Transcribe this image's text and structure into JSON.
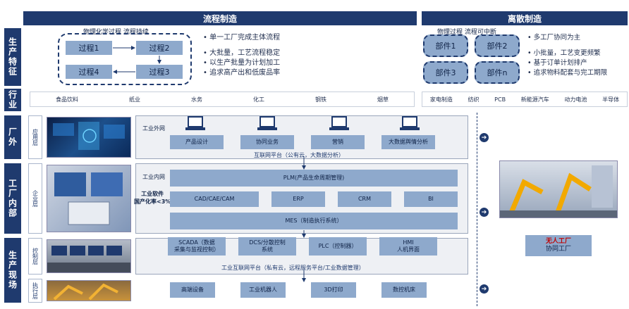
{
  "header": {
    "flow": "流程制造",
    "discrete": "离散制造"
  },
  "side": {
    "prod_features": "生产特征",
    "industry": "行业",
    "outside": "厂外",
    "inside": "工厂内部",
    "site": "生产现场"
  },
  "sublayers": {
    "app": "应用层",
    "enterprise": "企业层",
    "control": "控制层",
    "exec": "执行层"
  },
  "flow_features": {
    "caption": "物理化学过程 流程持续",
    "process1": "过程1",
    "process2": "过程2",
    "process3": "过程3",
    "process4": "过程4",
    "bullets": [
      "单一工厂完成主体流程",
      "大批量，工艺流程稳定",
      "以生产批量为计划加工",
      "追求高产出和低废品率"
    ]
  },
  "discrete_features": {
    "caption": "物理过程 流程可中断",
    "part1": "部件1",
    "part2": "部件2",
    "part3": "部件3",
    "partn": "部件n",
    "bullets": [
      "多工厂协同为主",
      "小批量，工艺变更频繁",
      "基于订单计划排产",
      "追求物料配套与完工期限"
    ]
  },
  "industries_flow": [
    "食品饮料",
    "纸业",
    "水务",
    "化工",
    "钢铁",
    "烟草"
  ],
  "industries_discrete": [
    "家电制造",
    "纺织",
    "PCB",
    "新能源汽车",
    "动力电池",
    "半导体"
  ],
  "app_layer": {
    "network": "工业外网",
    "items": [
      "产品设计",
      "协同业务",
      "营销",
      "大数据舆情分析"
    ],
    "platform": "互联网平台（公有云，大数据分析）"
  },
  "enterprise_layer": {
    "network": "工业内网",
    "plm": "PLM(产品生命周期管理)",
    "software_note": "工业软件\n国产化率<3%",
    "items": [
      "CAD/CAE/CAM",
      "ERP",
      "CRM",
      "BI"
    ],
    "mes": "MES（制造执行系统）"
  },
  "control_layer": {
    "items": [
      "SCADA（数据\n采集与监视控制）",
      "DCS/分散控制\n系统",
      "PLC（控制器）",
      "HMI\n人机界面"
    ],
    "platform": "工业互联网平台（私有云，远程服务平台/工业数据管理）"
  },
  "exec_layer": {
    "items": [
      "高端设备",
      "工业机器人",
      "3D打印",
      "数控机床"
    ]
  },
  "right_panel": {
    "line1": "无人工厂",
    "line2": "协同工厂"
  },
  "colors": {
    "navy": "#1f3a6e",
    "box": "#8ea9cc",
    "highlight": "#c00000"
  }
}
